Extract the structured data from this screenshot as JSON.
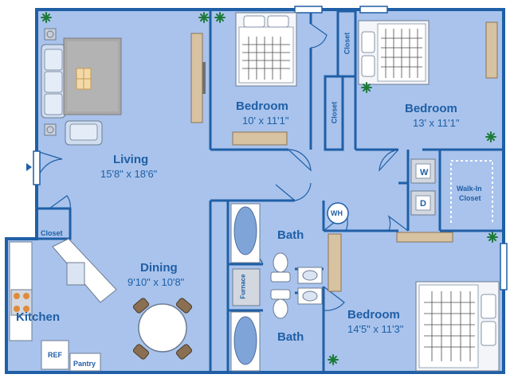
{
  "rooms": {
    "living": {
      "name": "Living",
      "dim": "15'8\" x 18'6\""
    },
    "bedroom1": {
      "name": "Bedroom",
      "dim": "10' x 11'1\""
    },
    "bedroom2": {
      "name": "Bedroom",
      "dim": "13' x 11'1\""
    },
    "bedroom3": {
      "name": "Bedroom",
      "dim": "14'5\" x 11'3\""
    },
    "dining": {
      "name": "Dining",
      "dim": "9'10\" x 10'8\""
    },
    "kitchen": {
      "name": "Kitchen"
    },
    "bath1": {
      "name": "Bath"
    },
    "bath2": {
      "name": "Bath"
    }
  },
  "labels": {
    "closet_living": "Closet",
    "closet_bed1": "Closet",
    "closet_bed2": "Closet",
    "walkin_line1": "Walk-In",
    "walkin_line2": "Closet",
    "pantry": "Pantry",
    "ref": "REF",
    "washer": "W",
    "dryer": "D",
    "water_heater": "WH",
    "furnace": "Furnace"
  },
  "colors": {
    "floor": "#a9c3ec",
    "wall": "#1f5fa6",
    "text": "#1f5fa6"
  }
}
